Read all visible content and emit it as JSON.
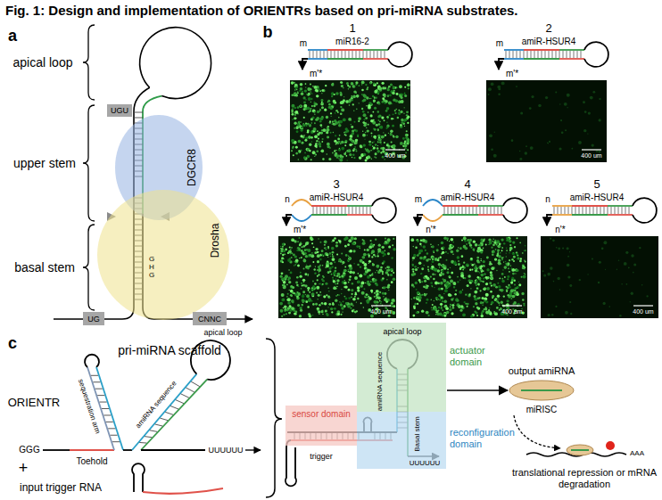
{
  "diagram": {
    "title": "Fig. 1: Design and implementation of ORIENTRs based on pri-miRNA substrates.",
    "nodes": [
      {
        "text": [
          "DGCR8"
        ]
      },
      {
        "text": [
          "Drosha"
        ]
      },
      {
        "text": [
          "UGU"
        ]
      },
      {
        "text": [
          "UG"
        ]
      },
      {
        "text": [
          "CNNC"
        ]
      },
      {
        "text": [
          "actuator domain"
        ]
      },
      {
        "text": [
          "sensor domain"
        ]
      },
      {
        "text": [
          "reconfiguration domain"
        ]
      },
      {
        "text": [
          "output amiRNA",
          "miRISC"
        ]
      }
    ],
    "edges": [
      {
        "from": 5,
        "to": 8,
        "arrow": "to"
      }
    ],
    "labels": [
      "a",
      "apical loop",
      "upper stem",
      "basal stem",
      "GHG",
      "pri-miRNA scaffold",
      "b",
      "1",
      "m",
      "m'*",
      "miR16-2",
      "400 um",
      "2",
      "m",
      "m'*",
      "amiR-HSUR4",
      "400 um",
      "3",
      "n",
      "m'*",
      "amiR-HSUR4",
      "400 um",
      "4",
      "m",
      "n'*",
      "amiR-HSUR4",
      "400 um",
      "5",
      "n",
      "n'*",
      "amiR-HSUR4",
      "400 um",
      "c",
      "ORIENTR",
      "sequestration arm",
      "amiRNA sequence",
      "apical loop",
      "GGG",
      "Toehold",
      "UUUUUU",
      "+",
      "input trigger RNA",
      "trigger",
      "apical loop",
      "amiRNA sequence",
      "Basal stem",
      "UUUUUU",
      "AAA",
      "translational repression or mRNA degradation"
    ]
  }
}
